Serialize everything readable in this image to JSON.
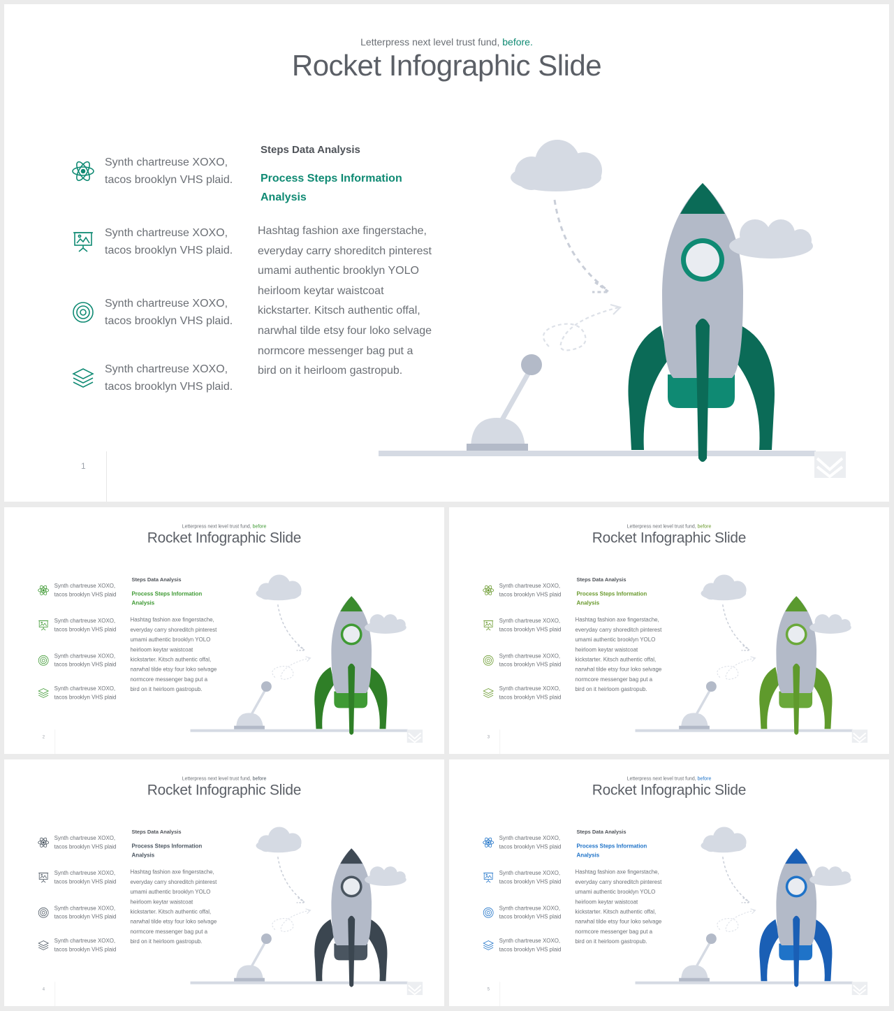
{
  "slides": [
    {
      "page": "1",
      "accent": "#0f8a73",
      "rocket": {
        "nose": "#0b6b57",
        "ring": "#0f8a73",
        "fins": "#0b6b57",
        "base": "#0f8a73"
      },
      "subtitle_text": "Letterpress next level trust fund, ",
      "subtitle_accent": "before.",
      "title": "Rocket Infographic Slide",
      "icon_color": "#0f8a73",
      "items": [
        {
          "icon": "atom-icon",
          "text": "Synth chartreuse XOXO, tacos brooklyn VHS plaid."
        },
        {
          "icon": "presentation-board-icon",
          "text": "Synth chartreuse XOXO, tacos brooklyn VHS plaid."
        },
        {
          "icon": "target-icon",
          "text": "Synth chartreuse XOXO, tacos brooklyn VHS plaid."
        },
        {
          "icon": "layers-icon",
          "text": "Synth chartreuse XOXO, tacos brooklyn VHS plaid."
        }
      ],
      "heading": "Steps Data Analysis",
      "subheading": "Process Steps Information Analysis",
      "body": "Hashtag fashion axe fingerstache, everyday carry shoreditch pinterest umami authentic brooklyn YOLO heirloom keytar waistcoat kickstarter. Kitsch authentic offal, narwhal tilde etsy four loko selvage normcore messenger bag put a bird on it heirloom gastropub."
    },
    {
      "page": "2",
      "accent": "#3f9a34",
      "rocket": {
        "nose": "#3a8b2e",
        "ring": "#3f9a34",
        "fins": "#2f7f27",
        "base": "#3f9a34"
      },
      "subtitle_text": "Letterpress next level trust fund, ",
      "subtitle_accent": "before",
      "title": "Rocket Infographic Slide",
      "icon_color": "#3f9a34",
      "items": [
        {
          "icon": "atom-icon",
          "text": "Synth chartreuse XOXO, tacos brooklyn VHS plaid"
        },
        {
          "icon": "presentation-board-icon",
          "text": "Synth chartreuse XOXO, tacos brooklyn VHS plaid"
        },
        {
          "icon": "target-icon",
          "text": "Synth chartreuse XOXO, tacos brooklyn VHS plaid"
        },
        {
          "icon": "layers-icon",
          "text": "Synth chartreuse XOXO, tacos brooklyn VHS plaid"
        }
      ],
      "heading": "Steps Data Analysis",
      "subheading": "Process Steps Information Analysis",
      "body": "Hashtag fashion axe fingerstache, everyday carry shoreditch pinterest umami authentic brooklyn YOLO heirloom keytar waistcoat kickstarter. Kitsch authentic offal, narwhal tilde etsy four loko selvage normcore messenger bag put a bird on it heirloom gastropub."
    },
    {
      "page": "3",
      "accent": "#6a9a2e",
      "rocket": {
        "nose": "#5a9a2e",
        "ring": "#6aa83a",
        "fins": "#5f9a2c",
        "base": "#6aa83a"
      },
      "subtitle_text": "Letterpress next level trust fund, ",
      "subtitle_accent": "before",
      "title": "Rocket Infographic Slide",
      "icon_color": "#6a9a2e",
      "items": [
        {
          "icon": "atom-icon",
          "text": "Synth chartreuse XOXO, tacos brooklyn VHS plaid"
        },
        {
          "icon": "presentation-board-icon",
          "text": "Synth chartreuse XOXO, tacos brooklyn VHS plaid"
        },
        {
          "icon": "target-icon",
          "text": "Synth chartreuse XOXO, tacos brooklyn VHS plaid"
        },
        {
          "icon": "layers-icon",
          "text": "Synth chartreuse XOXO, tacos brooklyn VHS plaid"
        }
      ],
      "heading": "Steps Data Analysis",
      "subheading": "Process Steps Information Analysis",
      "body": "Hashtag fashion axe fingerstache, everyday carry shoreditch pinterest umami authentic brooklyn YOLO heirloom keytar waistcoat kickstarter. Kitsch authentic offal, narwhal tilde etsy four loko selvage normcore messenger bag put a bird on it heirloom gastropub."
    },
    {
      "page": "4",
      "accent": "#4a5560",
      "rocket": {
        "nose": "#3f4a55",
        "ring": "#4a5560",
        "fins": "#3b4650",
        "base": "#4a5560"
      },
      "subtitle_text": "Letterpress next level trust fund, ",
      "subtitle_accent": "before",
      "title": "Rocket Infographic Slide",
      "icon_color": "#4a5560",
      "items": [
        {
          "icon": "atom-icon",
          "text": "Synth chartreuse XOXO, tacos brooklyn VHS plaid"
        },
        {
          "icon": "presentation-board-icon",
          "text": "Synth chartreuse XOXO, tacos brooklyn VHS plaid"
        },
        {
          "icon": "target-icon",
          "text": "Synth chartreuse XOXO, tacos brooklyn VHS plaid"
        },
        {
          "icon": "layers-icon",
          "text": "Synth chartreuse XOXO, tacos brooklyn VHS plaid"
        }
      ],
      "heading": "Steps Data Analysis",
      "subheading": "Process Steps Information Analysis",
      "body": "Hashtag fashion axe fingerstache, everyday carry shoreditch pinterest umami authentic brooklyn YOLO heirloom keytar waistcoat kickstarter. Kitsch authentic offal, narwhal tilde etsy four loko selvage normcore messenger bag put a bird on it heirloom gastropub."
    },
    {
      "page": "5",
      "accent": "#1f73c8",
      "rocket": {
        "nose": "#1a5fb5",
        "ring": "#1f73c8",
        "fins": "#1a5fb5",
        "base": "#1f73c8"
      },
      "subtitle_text": "Letterpress next level trust fund, ",
      "subtitle_accent": "before",
      "title": "Rocket Infographic Slide",
      "icon_color": "#1f73c8",
      "items": [
        {
          "icon": "atom-icon",
          "text": "Synth chartreuse XOXO, tacos brooklyn VHS plaid"
        },
        {
          "icon": "presentation-board-icon",
          "text": "Synth chartreuse XOXO, tacos brooklyn VHS plaid"
        },
        {
          "icon": "target-icon",
          "text": "Synth chartreuse XOXO, tacos brooklyn VHS plaid"
        },
        {
          "icon": "layers-icon",
          "text": "Synth chartreuse XOXO, tacos brooklyn VHS plaid"
        }
      ],
      "heading": "Steps Data Analysis",
      "subheading": "Process Steps Information Analysis",
      "body": "Hashtag fashion axe fingerstache, everyday carry shoreditch pinterest umami authentic brooklyn YOLO heirloom keytar waistcoat kickstarter. Kitsch authentic offal, narwhal tilde etsy four loko selvage normcore messenger bag put a bird on it heirloom gastropub."
    }
  ]
}
